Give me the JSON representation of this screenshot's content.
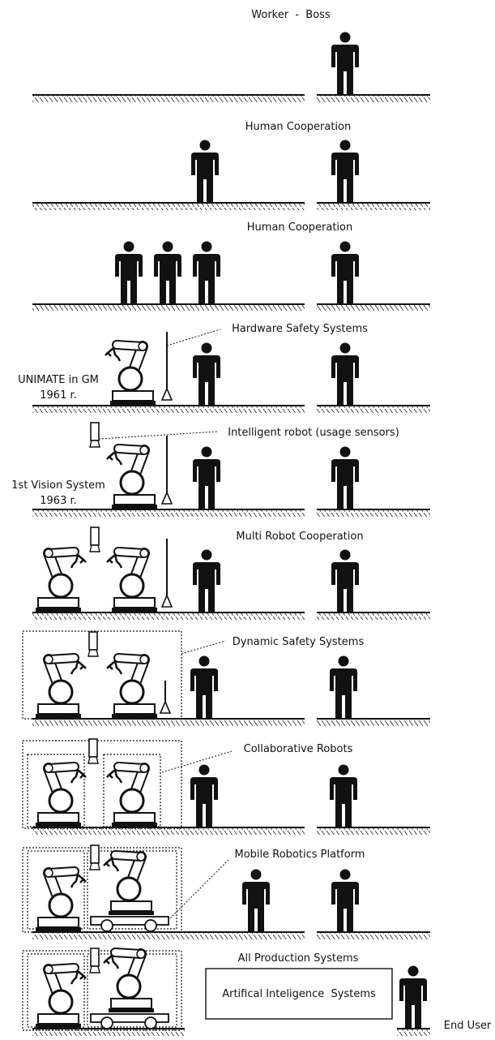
{
  "rows": [
    {
      "label": "Worker  -  Boss"
    },
    {
      "label": "Human Cooperation"
    },
    {
      "label": "Human Cooperation"
    },
    {
      "label": "Hardware Safety Systems",
      "side_label": "UNIMATE in GM",
      "side_sub": "1961 r."
    },
    {
      "label": "Intelligent robot (usage sensors)",
      "side_label": "1st Vision System",
      "side_sub": "1963 r."
    },
    {
      "label": "Multi Robot Cooperation"
    },
    {
      "label": "Dynamic Safety Systems"
    },
    {
      "label": "Collaborative Robots"
    },
    {
      "label": "Mobile Robotics Platform"
    },
    {
      "label": "All Production Systems",
      "box_label": "Artifical Inteligence  Systems",
      "end_label": "End User"
    }
  ],
  "colors": {
    "ink": "#111111",
    "background": "#ffffff"
  }
}
